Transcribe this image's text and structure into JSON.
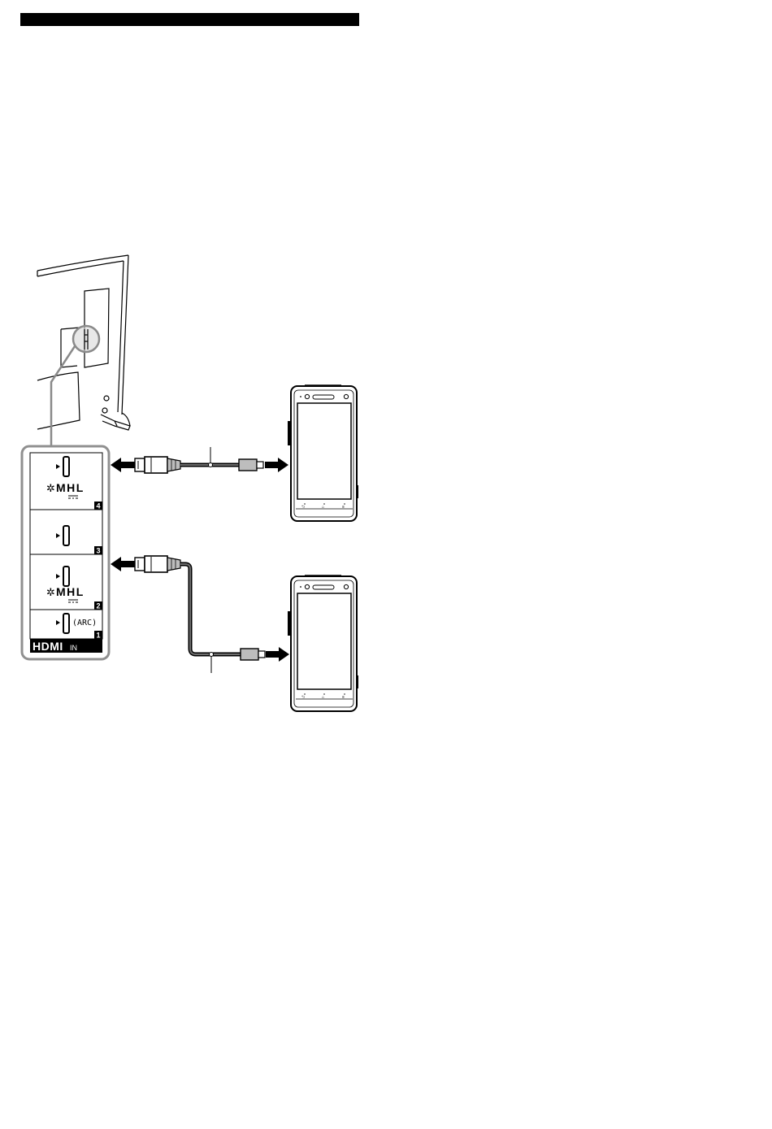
{
  "ports": [
    {
      "number": "4",
      "mhl": "MHL"
    },
    {
      "number": "3"
    },
    {
      "number": "2",
      "mhl": "MHL"
    },
    {
      "number": "1",
      "arc": "(ARC)"
    }
  ],
  "panel": {
    "hdmi_logo": "HDMI",
    "hdmi_in": "IN"
  },
  "colors": {
    "accent": "#000000",
    "panel_border": "#909090",
    "cable_gray": "#bdbdbd"
  }
}
